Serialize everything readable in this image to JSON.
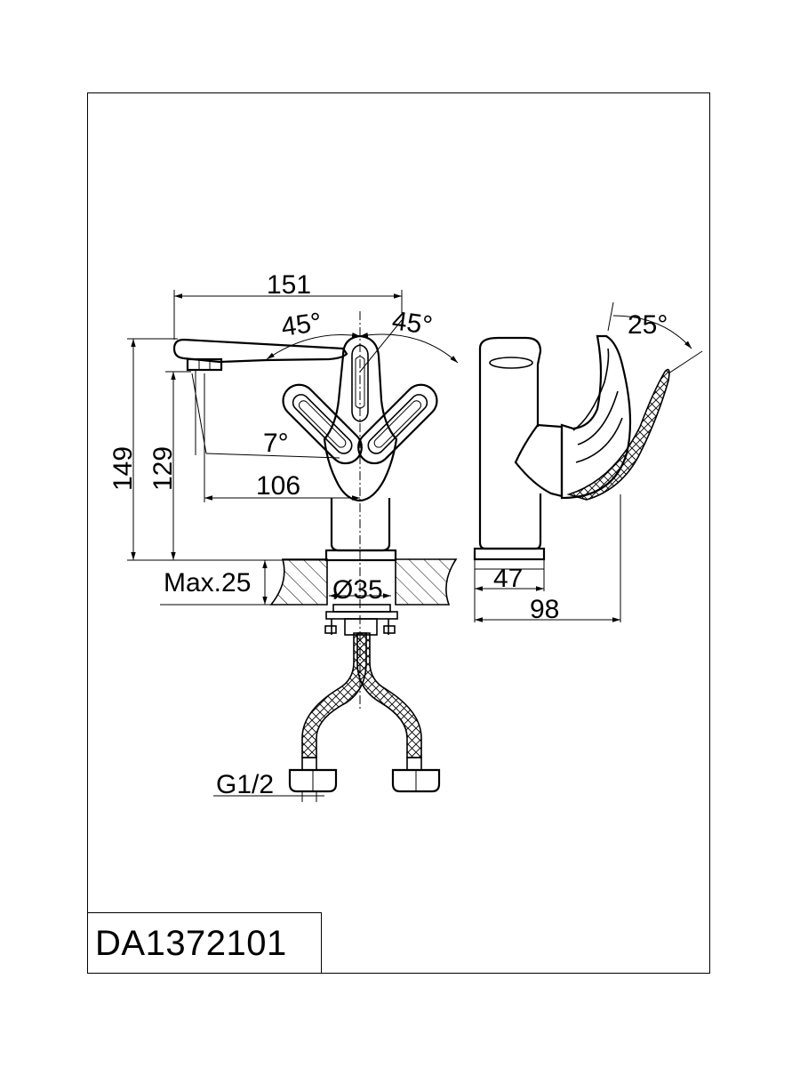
{
  "drawing": {
    "model_code": "DA1372101",
    "dimensions": {
      "overall_width": "151",
      "left_angle": "45°",
      "right_angle": "45°",
      "spout_tilt": "7°",
      "spout_reach": "106",
      "total_height": "149",
      "spout_height": "129",
      "max_deck": "Max.25",
      "hole_diameter": "Ø35",
      "connection": "G1/2",
      "base_depth": "47",
      "total_depth": "98",
      "handle_angle": "25°"
    }
  }
}
